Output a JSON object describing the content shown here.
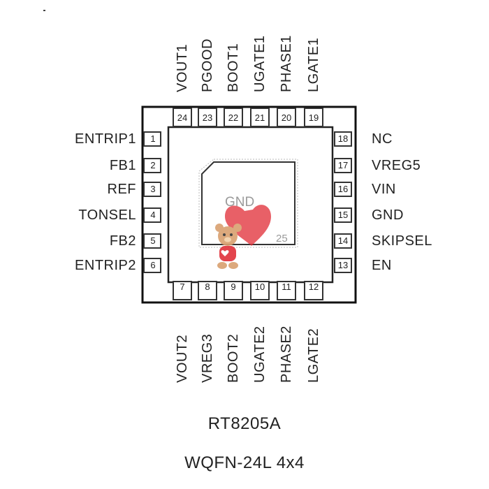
{
  "pins": {
    "left": [
      {
        "num": "1",
        "name": "ENTRIP1"
      },
      {
        "num": "2",
        "name": "FB1"
      },
      {
        "num": "3",
        "name": "REF"
      },
      {
        "num": "4",
        "name": "TONSEL"
      },
      {
        "num": "5",
        "name": "FB2"
      },
      {
        "num": "6",
        "name": "ENTRIP2"
      }
    ],
    "bottom": [
      {
        "num": "7",
        "name": "VOUT2"
      },
      {
        "num": "8",
        "name": "VREG3"
      },
      {
        "num": "9",
        "name": "BOOT2"
      },
      {
        "num": "10",
        "name": "UGATE2"
      },
      {
        "num": "11",
        "name": "PHASE2"
      },
      {
        "num": "12",
        "name": "LGATE2"
      }
    ],
    "right": [
      {
        "num": "13",
        "name": "EN"
      },
      {
        "num": "14",
        "name": "SKIPSEL"
      },
      {
        "num": "15",
        "name": "GND"
      },
      {
        "num": "16",
        "name": "VIN"
      },
      {
        "num": "17",
        "name": "VREG5"
      },
      {
        "num": "18",
        "name": "NC"
      }
    ],
    "top": [
      {
        "num": "19",
        "name": "LGATE1"
      },
      {
        "num": "20",
        "name": "PHASE1"
      },
      {
        "num": "21",
        "name": "UGATE1"
      },
      {
        "num": "22",
        "name": "BOOT1"
      },
      {
        "num": "23",
        "name": "PGOOD"
      },
      {
        "num": "24",
        "name": "VOUT1"
      }
    ]
  },
  "exposed_pad": {
    "label": "GND",
    "num": "25"
  },
  "part_number": "RT8205A",
  "package_name": "WQFN-24L 4x4",
  "colors": {
    "outline": "#111111",
    "pad_outline": "#333333",
    "gnd_text": "#9a9a9a",
    "heart": "#e0303a",
    "bear": "#d9a070"
  },
  "icons": {
    "watermark": "teddy-bear-heart-icon"
  }
}
